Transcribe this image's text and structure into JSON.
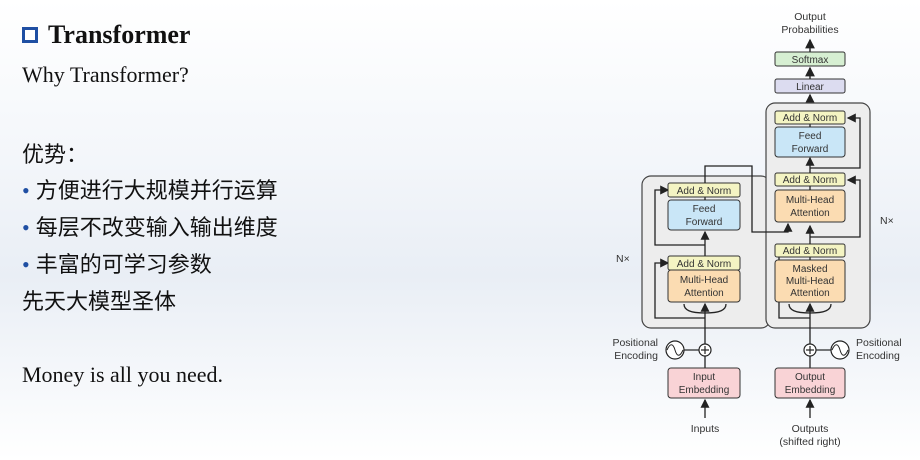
{
  "slide": {
    "title": "Transformer",
    "question": "Why Transformer?",
    "advantages_heading": "优势：",
    "bullets": [
      "方便进行大规模并行运算",
      "每层不改变输入输出维度",
      "丰富的可学习参数"
    ],
    "innate": "先天大模型圣体",
    "tagline": "Money is all you need."
  },
  "diagram": {
    "output_probabilities": [
      "Output",
      "Probabilities"
    ],
    "softmax": "Softmax",
    "linear": "Linear",
    "add_norm": "Add & Norm",
    "feed_forward": [
      "Feed",
      "Forward"
    ],
    "multi_head": [
      "Multi-Head",
      "Attention"
    ],
    "masked_multi_head": [
      "Masked",
      "Multi-Head",
      "Attention"
    ],
    "nx": "N×",
    "positional_encoding": [
      "Positional",
      "Encoding"
    ],
    "input_embedding": [
      "Input",
      "Embedding"
    ],
    "output_embedding": [
      "Output",
      "Embedding"
    ],
    "inputs": "Inputs",
    "outputs": [
      "Outputs",
      "(shifted right)"
    ],
    "colors": {
      "add_norm": "#f4f4c3",
      "feed_forward": "#c9e6f7",
      "attention": "#fbdcb2",
      "embedding": "#f9d3d6",
      "softmax": "#d6efd2",
      "linear": "#dcdcf0",
      "block": "#ededed"
    }
  }
}
